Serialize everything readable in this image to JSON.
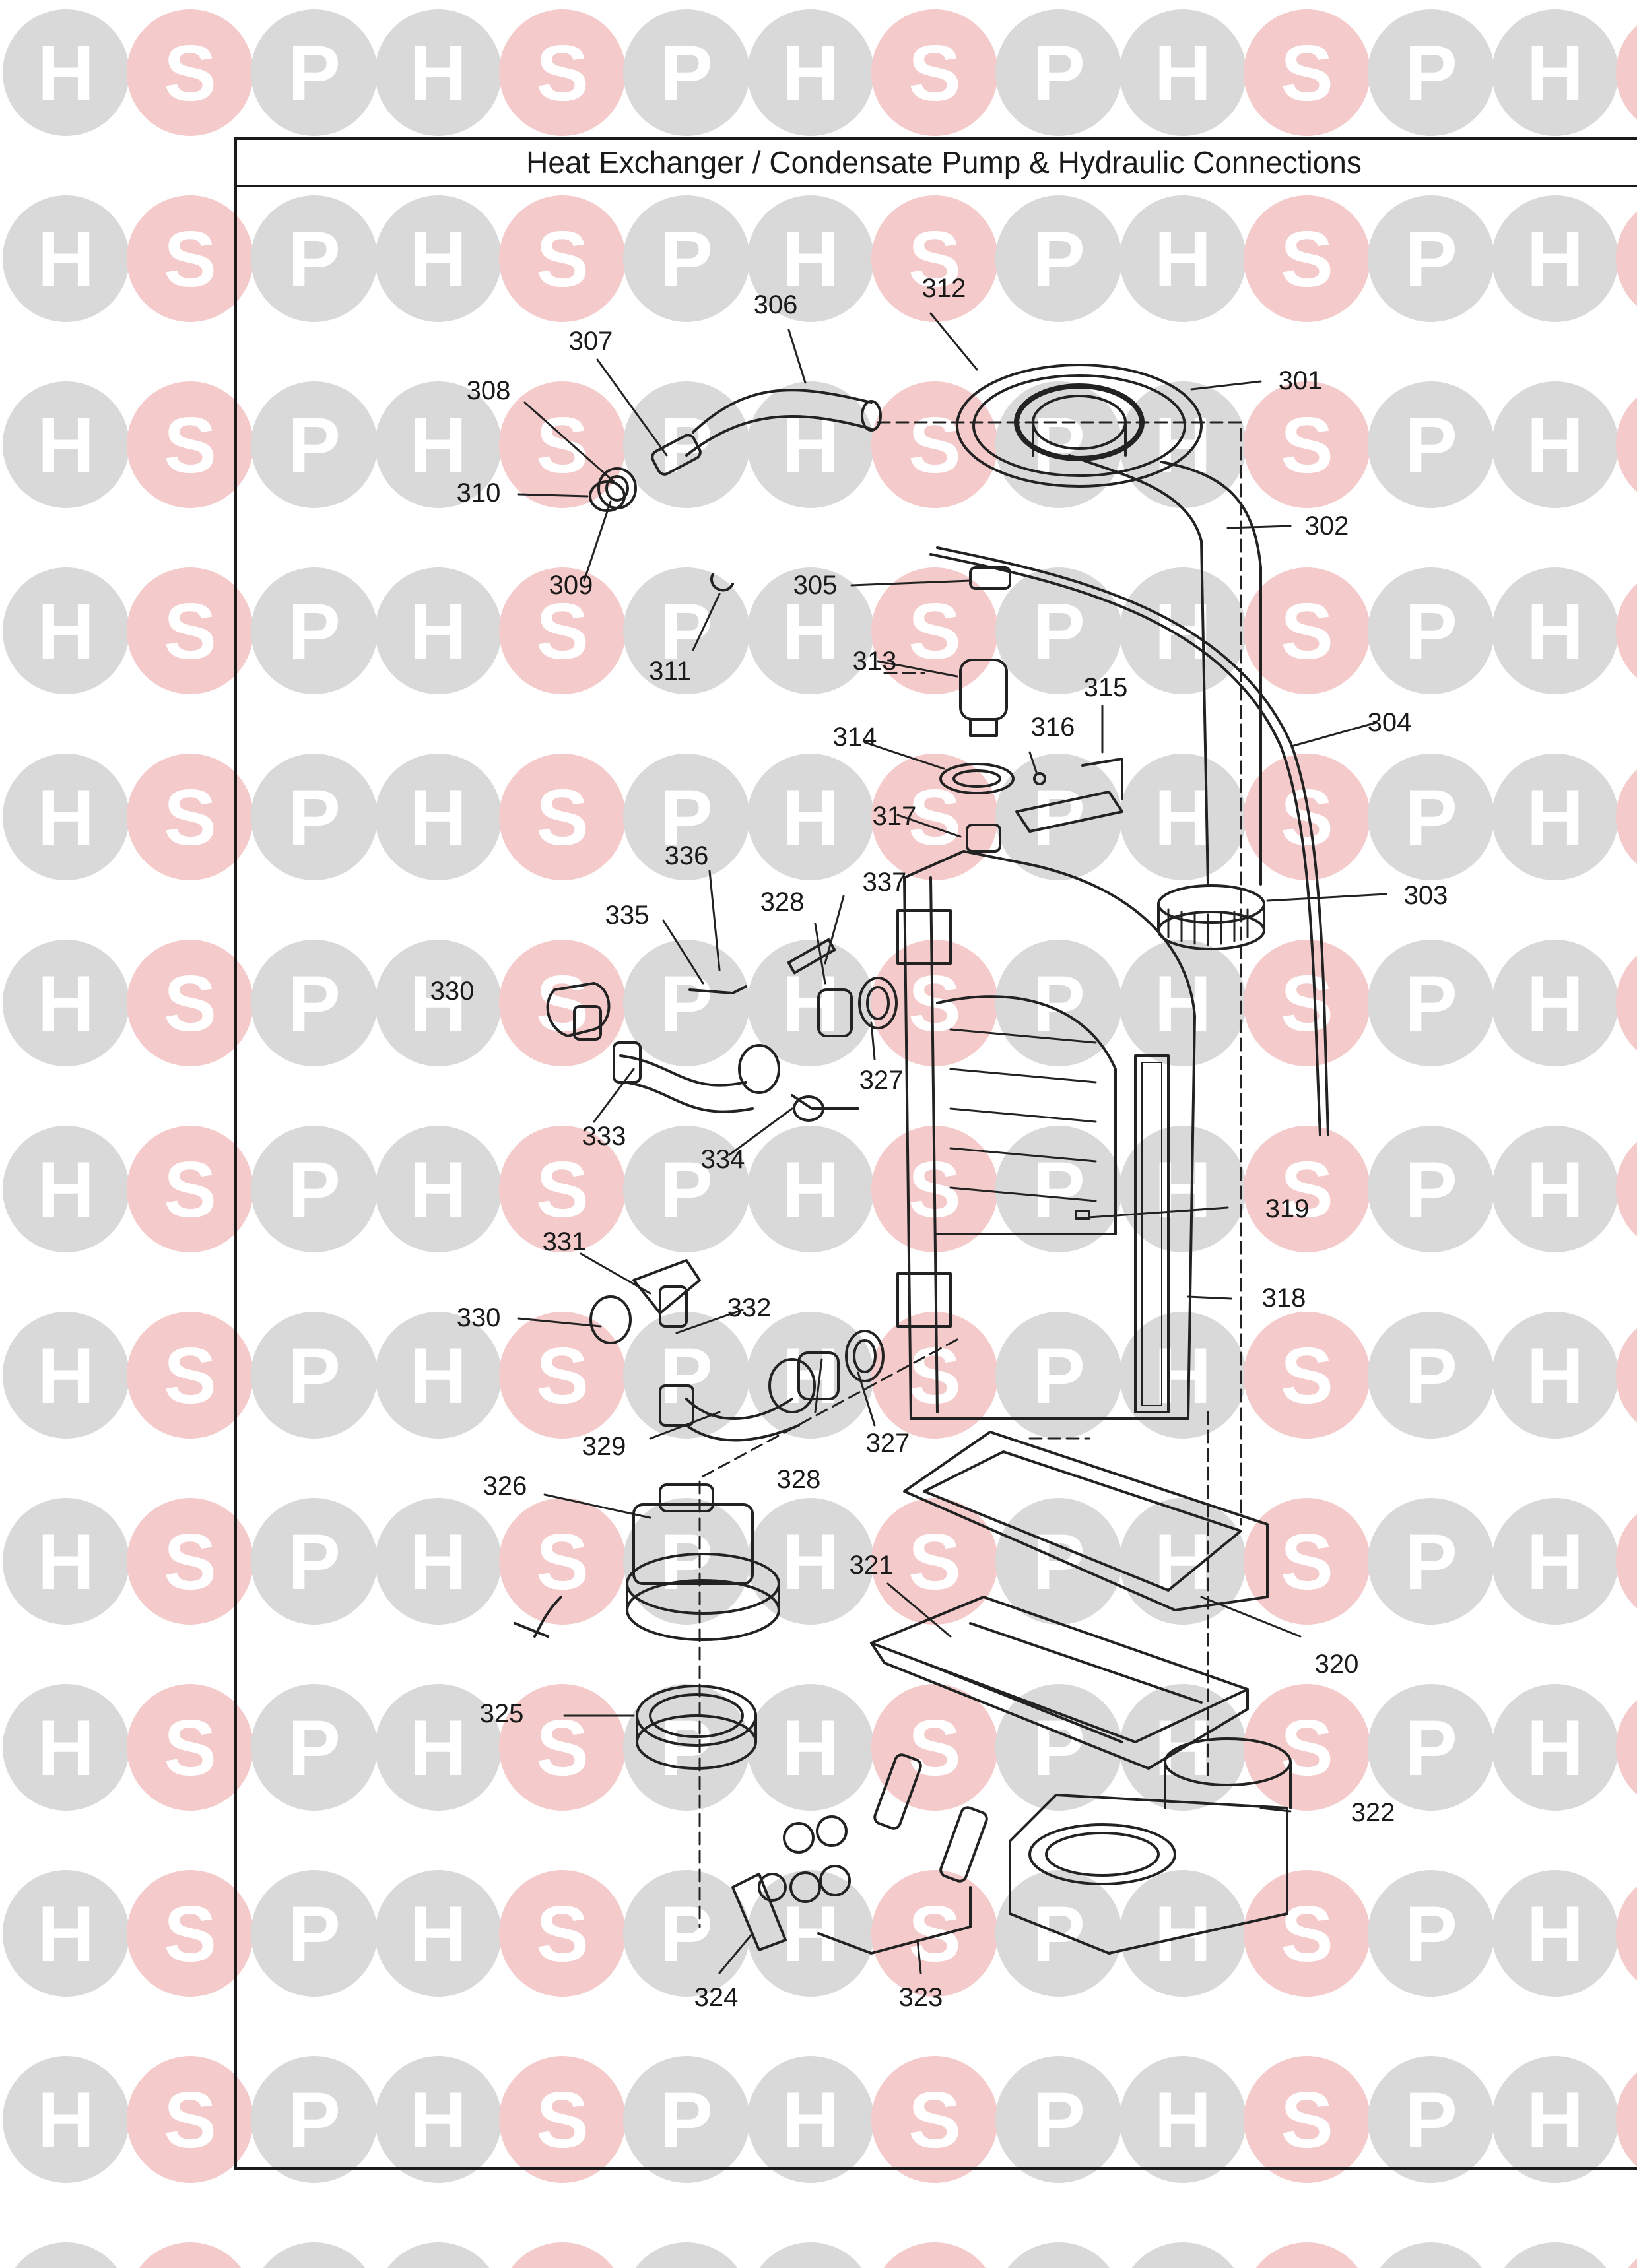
{
  "title": "Heat Exchanger / Condensate Pump & Hydraulic Connections",
  "watermark": {
    "letters": [
      "H",
      "S",
      "P"
    ],
    "colors": {
      "H": "#d9d9d9",
      "S": "#f4caca",
      "P": "#d9d9d9",
      "letter": "#ffffff"
    }
  },
  "parts": [
    {
      "id": "p301",
      "num": "301"
    },
    {
      "id": "p302",
      "num": "302"
    },
    {
      "id": "p303",
      "num": "303"
    },
    {
      "id": "p304",
      "num": "304"
    },
    {
      "id": "p305",
      "num": "305"
    },
    {
      "id": "p306",
      "num": "306"
    },
    {
      "id": "p307",
      "num": "307"
    },
    {
      "id": "p308",
      "num": "308"
    },
    {
      "id": "p309",
      "num": "309"
    },
    {
      "id": "p310",
      "num": "310"
    },
    {
      "id": "p311",
      "num": "311"
    },
    {
      "id": "p312",
      "num": "312"
    },
    {
      "id": "p313",
      "num": "313"
    },
    {
      "id": "p314",
      "num": "314"
    },
    {
      "id": "p315",
      "num": "315"
    },
    {
      "id": "p316",
      "num": "316"
    },
    {
      "id": "p317",
      "num": "317"
    },
    {
      "id": "p318",
      "num": "318"
    },
    {
      "id": "p319",
      "num": "319"
    },
    {
      "id": "p320",
      "num": "320"
    },
    {
      "id": "p321",
      "num": "321"
    },
    {
      "id": "p322",
      "num": "322"
    },
    {
      "id": "p323",
      "num": "323"
    },
    {
      "id": "p324",
      "num": "324"
    },
    {
      "id": "p325",
      "num": "325"
    },
    {
      "id": "p326",
      "num": "326"
    },
    {
      "id": "p327a",
      "num": "327"
    },
    {
      "id": "p327b",
      "num": "327"
    },
    {
      "id": "p328a",
      "num": "328"
    },
    {
      "id": "p328b",
      "num": "328"
    },
    {
      "id": "p329",
      "num": "329"
    },
    {
      "id": "p330a",
      "num": "330"
    },
    {
      "id": "p330b",
      "num": "330"
    },
    {
      "id": "p331",
      "num": "331"
    },
    {
      "id": "p332",
      "num": "332"
    },
    {
      "id": "p333",
      "num": "333"
    },
    {
      "id": "p334",
      "num": "334"
    },
    {
      "id": "p335",
      "num": "335"
    },
    {
      "id": "p336",
      "num": "336"
    },
    {
      "id": "p337",
      "num": "337"
    }
  ]
}
